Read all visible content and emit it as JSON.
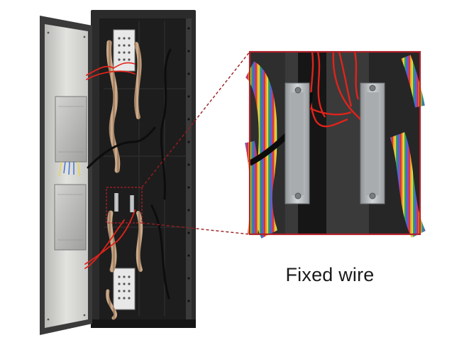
{
  "caption": "Fixed wire",
  "colors": {
    "cabinet_frame": "#2b2b2b",
    "cabinet_inner": "#1c1c1c",
    "door_panel": "#d7d7d4",
    "wire_red": "#e0231b",
    "callout_border": "#b02028",
    "callout_line": "#9a1c22",
    "bracket_metal": "#b9bcbf"
  },
  "icons": [
    "cabinet-photo",
    "power-supply",
    "hub-board",
    "wire-bracket",
    "zoom-callout"
  ]
}
